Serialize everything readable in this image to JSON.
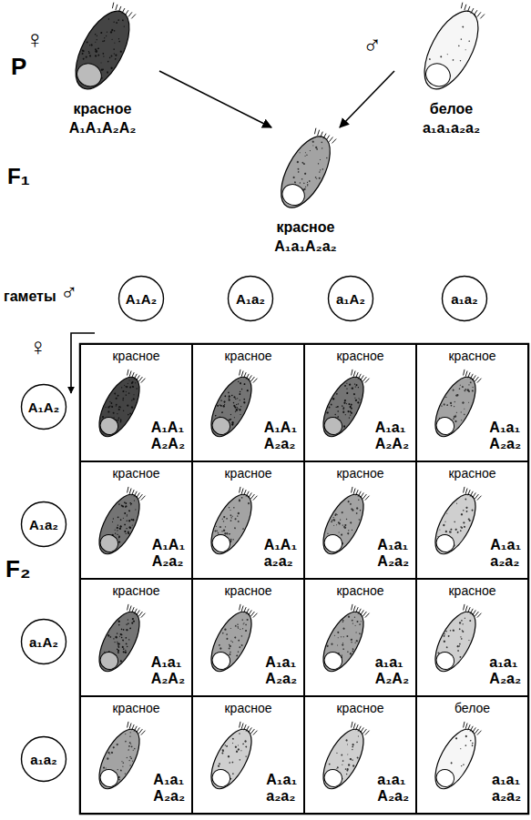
{
  "diagram": {
    "nodes": [
      {
        "text": [
          "красное",
          "A₁A₁A₂A₂"
        ]
      },
      {
        "text": [
          "белое",
          "a₁a₁a₂a₂"
        ]
      },
      {
        "text": [
          "красное",
          "A₁a₁A₂a₂"
        ]
      },
      {
        "text": [
          "A₁A₂"
        ]
      },
      {
        "text": [
          "A₁a₂"
        ]
      },
      {
        "text": [
          "a₁A₂"
        ]
      },
      {
        "text": [
          "a₁a₂"
        ]
      },
      {
        "text": [
          "A₁A₂"
        ]
      },
      {
        "text": [
          "красное",
          "A₁A₁ A₂A₂"
        ]
      },
      {
        "text": [
          "красное",
          "A₁A₁ A₂a₂"
        ]
      },
      {
        "text": [
          "красное",
          "A₁a₁ A₂A₂"
        ]
      },
      {
        "text": [
          "красное",
          "A₁a₁ A₂a₂"
        ]
      },
      {
        "text": [
          "A₁a₂"
        ]
      },
      {
        "text": [
          "красное",
          "A₁A₁ A₂a₂"
        ]
      },
      {
        "text": [
          "красное",
          "A₁A₁ a₂a₂"
        ]
      },
      {
        "text": [
          "красное",
          "A₁a₁ A₂a₂"
        ]
      },
      {
        "text": [
          "красное",
          "A₁a₁ a₂a₂"
        ]
      },
      {
        "text": [
          "a₁A₂"
        ]
      },
      {
        "text": [
          "красное",
          "A₁a₁ A₂A₂"
        ]
      },
      {
        "text": [
          "красное",
          "A₁a₁ A₂a₂"
        ]
      },
      {
        "text": [
          "красное",
          "a₁a₁ A₂A₂"
        ]
      },
      {
        "text": [
          "красное",
          "a₁a₁ A₂a₂"
        ]
      },
      {
        "text": [
          "a₁a₂"
        ]
      },
      {
        "text": [
          "красное",
          "A₁a₁ A₂a₂"
        ]
      },
      {
        "text": [
          "красное",
          "A₁a₁ a₂a₂"
        ]
      },
      {
        "text": [
          "красное",
          "a₁a₁ A₂a₂"
        ]
      },
      {
        "text": [
          "белое",
          "a₁a₁ a₂a₂"
        ]
      }
    ],
    "edges": [
      {
        "from": 0,
        "to": 2,
        "arrow": "to"
      },
      {
        "from": 1,
        "to": 2,
        "arrow": "to"
      }
    ],
    "labels": [
      "P",
      "♀",
      "♂",
      "F₁",
      "гаметы",
      "♂",
      "♀",
      "F₂"
    ]
  }
}
